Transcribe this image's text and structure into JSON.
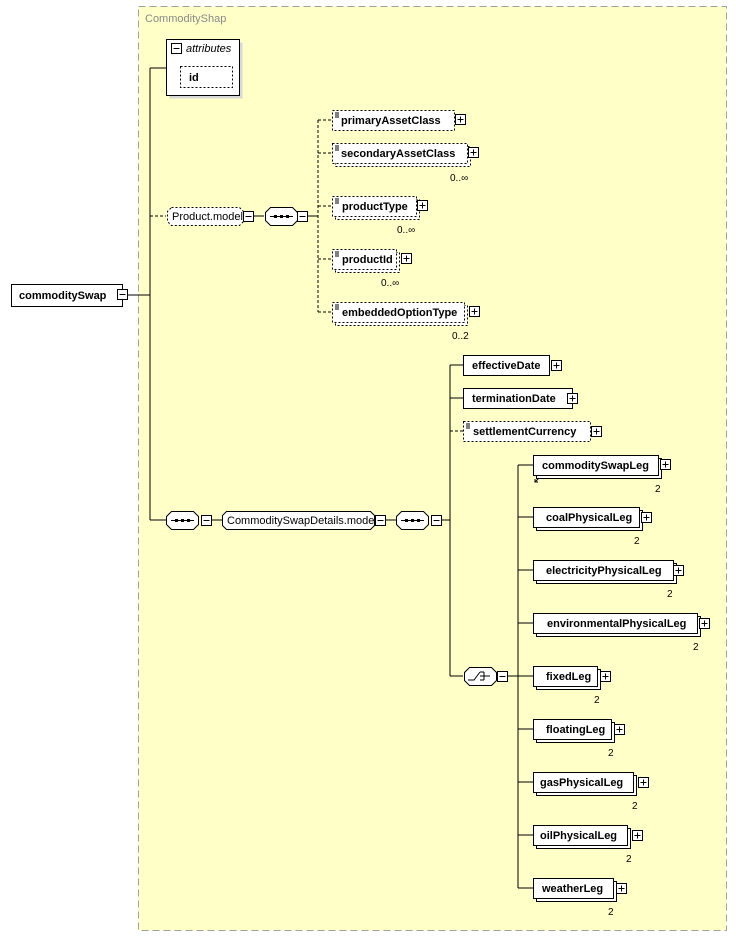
{
  "complex_type": {
    "title": "CommodityShap"
  },
  "root": {
    "name": "commoditySwap"
  },
  "attributes": {
    "header": "attributes",
    "items": [
      "id"
    ]
  },
  "product_model": {
    "name": "Product.model",
    "elements": [
      {
        "name": "primaryAssetClass",
        "occurs": ""
      },
      {
        "name": "secondaryAssetClass",
        "occurs": "0..∞"
      },
      {
        "name": "productType",
        "occurs": "0..∞"
      },
      {
        "name": "productId",
        "occurs": "0..∞"
      },
      {
        "name": "embeddedOptionType",
        "occurs": "0..2"
      }
    ]
  },
  "details_model": {
    "name": "CommoditySwapDetails.model",
    "elements": [
      {
        "name": "effectiveDate",
        "occurs": ""
      },
      {
        "name": "terminationDate",
        "occurs": ""
      },
      {
        "name": "settlementCurrency",
        "occurs": ""
      }
    ],
    "legs": [
      {
        "name": "commoditySwapLeg",
        "occurs": "2"
      },
      {
        "name": "coalPhysicalLeg",
        "occurs": "2"
      },
      {
        "name": "electricityPhysicalLeg",
        "occurs": "2"
      },
      {
        "name": "environmentalPhysicalLeg",
        "occurs": "2"
      },
      {
        "name": "fixedLeg",
        "occurs": "2"
      },
      {
        "name": "floatingLeg",
        "occurs": "2"
      },
      {
        "name": "gasPhysicalLeg",
        "occurs": "2"
      },
      {
        "name": "oilPhysicalLeg",
        "occurs": "2"
      },
      {
        "name": "weatherLeg",
        "occurs": "2"
      }
    ]
  }
}
